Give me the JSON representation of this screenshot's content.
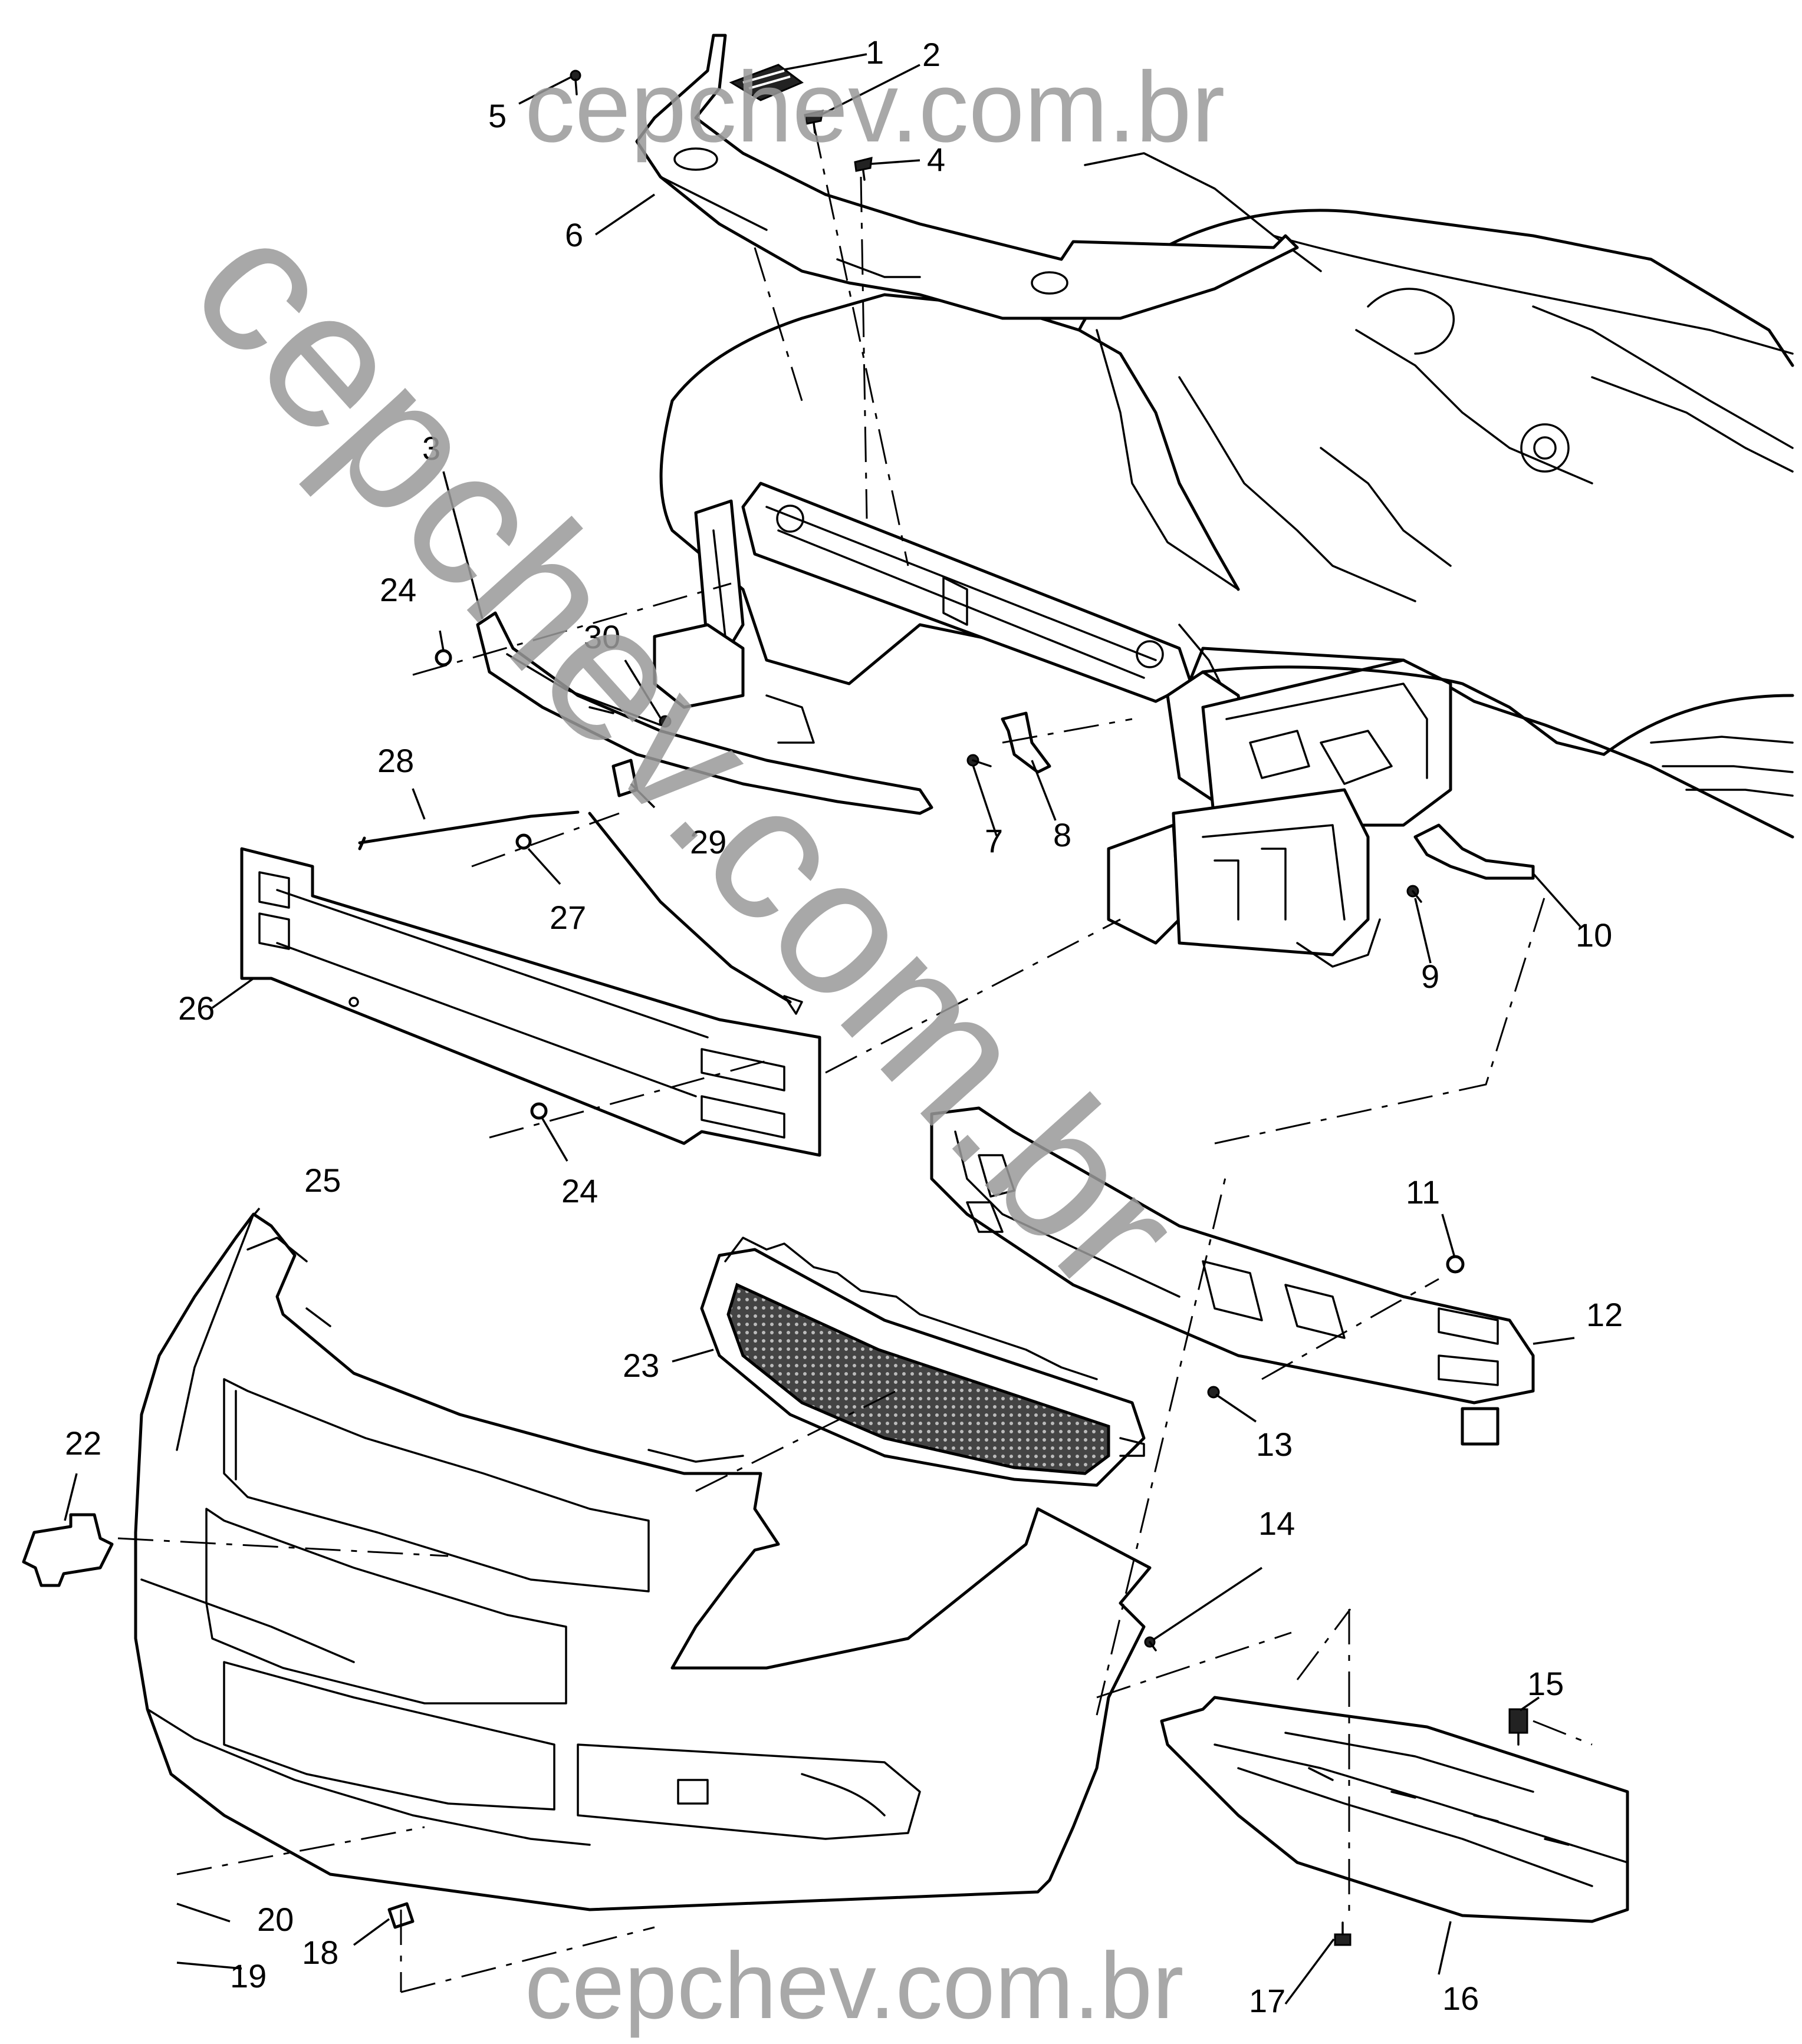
{
  "watermark": {
    "top": "cepchev.com.br",
    "bottom": "cepchev.com.br",
    "diagonal": "cepchev.com.br",
    "color": "#9a9a9a"
  },
  "callouts": [
    "1",
    "2",
    "3",
    "4",
    "5",
    "6",
    "7",
    "8",
    "9",
    "10",
    "11",
    "12",
    "13",
    "14",
    "15",
    "16",
    "17",
    "18",
    "19",
    "20",
    "22",
    "23",
    "24",
    "24",
    "25",
    "26",
    "27",
    "28",
    "29",
    "30"
  ]
}
